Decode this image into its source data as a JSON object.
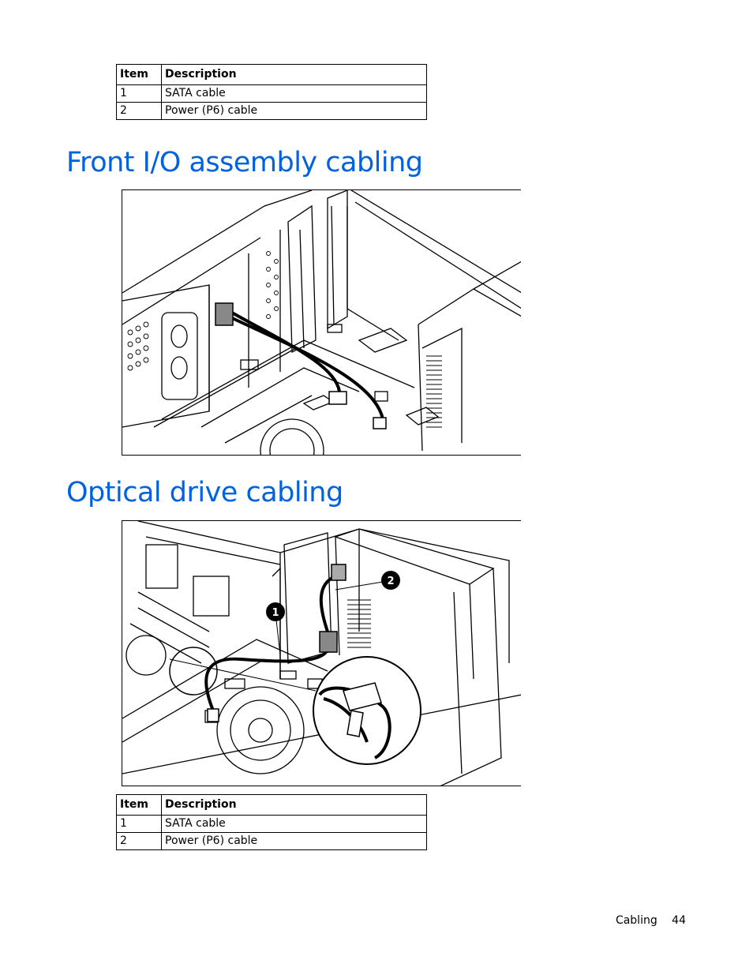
{
  "top_table": {
    "headers": [
      "Item",
      "Description"
    ],
    "rows": [
      [
        "1",
        "SATA cable"
      ],
      [
        "2",
        "Power (P6) cable"
      ]
    ]
  },
  "front_io": {
    "heading": "Front I/O assembly cabling"
  },
  "optical": {
    "heading": "Optical drive cabling",
    "callouts": [
      "1",
      "2"
    ]
  },
  "bottom_table": {
    "headers": [
      "Item",
      "Description"
    ],
    "rows": [
      [
        "1",
        "SATA cable"
      ],
      [
        "2",
        "Power (P6) cable"
      ]
    ]
  },
  "footer": {
    "section": "Cabling",
    "page": "44"
  },
  "colors": {
    "heading": "#0062e0"
  }
}
